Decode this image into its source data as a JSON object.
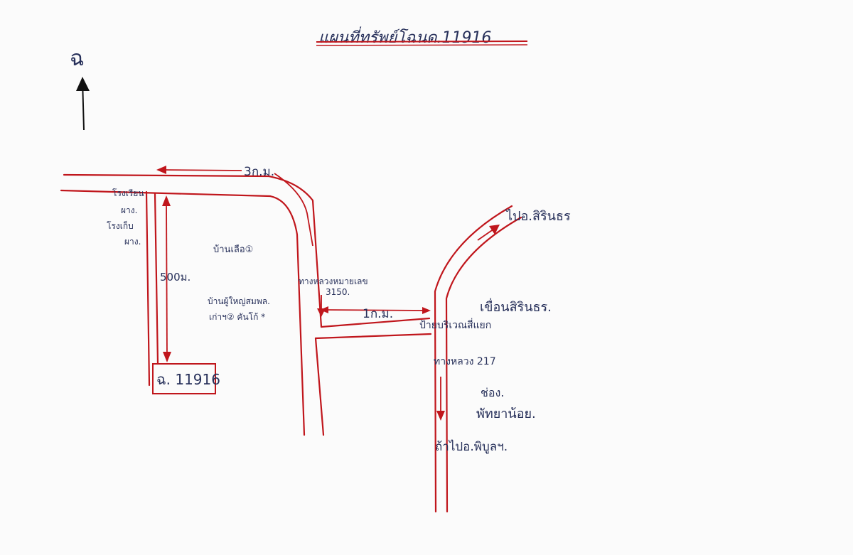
{
  "title": "แผนที่ทรัพย์โฉนด.11916",
  "north_label": "ฉ",
  "distances": {
    "top_road": "3ก.ม.",
    "side_road": "1ก.ม.",
    "vertical": "500ม."
  },
  "labels": {
    "school": "โรงเรียน\nผาง.\nโรงเก็บ\nผาง.",
    "village": "บ้านเลือ①",
    "highway_3150": "ทางหลวงหมายเลข\n3150.",
    "house_near": "บ้านผู้ใหญ่สมพล.\nเก่าฯ② คันโก้ *",
    "to_sirindhorn": "ไปอ.สิรินธร",
    "dam": "เขื่อนสิรินธร.",
    "turn_sign": "ป้ายบริเวณสี่แยก",
    "highway_217": "ทางหลวง 217",
    "pass": "ช่อง.",
    "pattaya": "พัทยาน้อย.",
    "to_phibun": "ถ้าไปอ.พิบูลฯ."
  },
  "parcel": "ฉ. 11916",
  "colors": {
    "road": "#c0161c",
    "ink": "#27305a"
  }
}
